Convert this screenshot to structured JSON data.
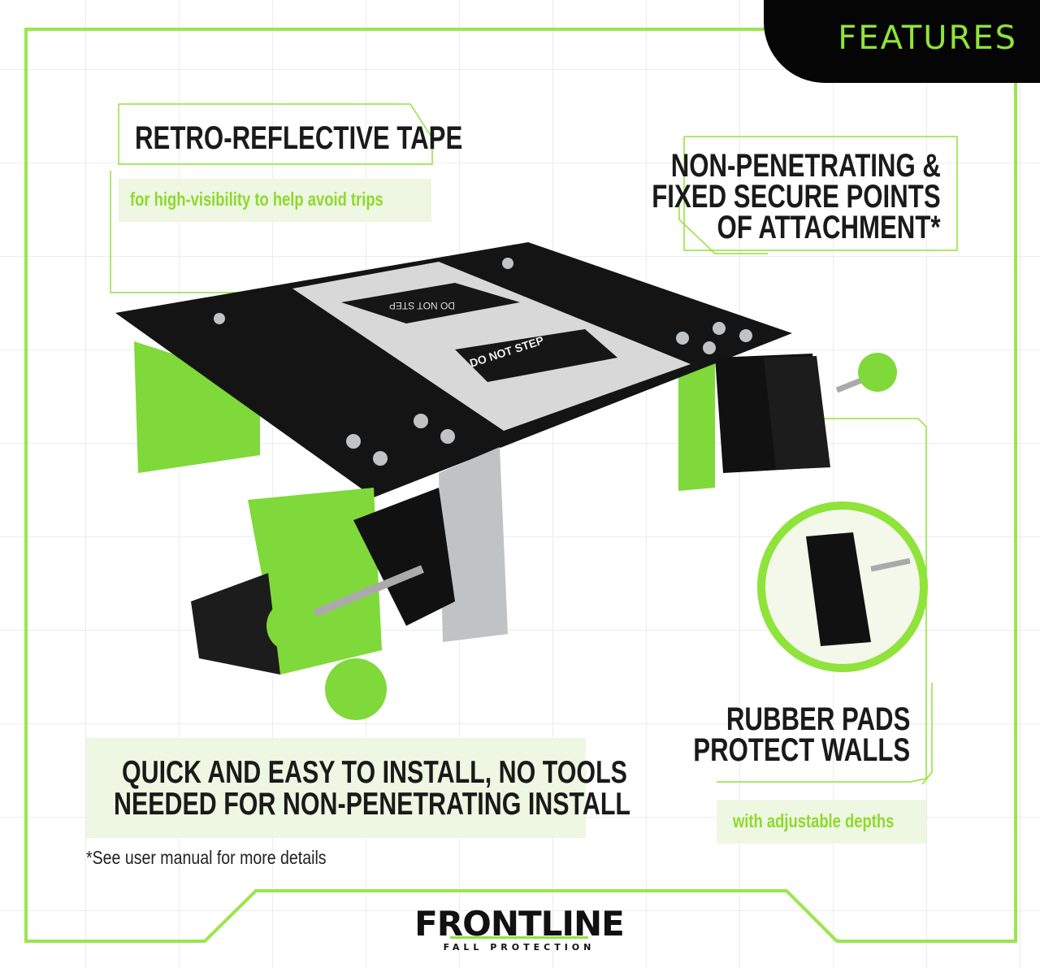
{
  "banner": {
    "title": "FEATURES"
  },
  "features": {
    "tape": {
      "title": "RETRO-REFLECTIVE TAPE",
      "subtitle": "for high-visibility to help avoid trips"
    },
    "attachment": {
      "lines": [
        "NON-PENETRATING &",
        "FIXED SECURE POINTS",
        "OF ATTACHMENT*"
      ]
    },
    "pads": {
      "lines": [
        "RUBBER PADS",
        "PROTECT WALLS"
      ],
      "subtitle": "with adjustable depths"
    },
    "install": {
      "lines": [
        "QUICK AND EASY TO INSTALL, NO TOOLS",
        "NEEDED FOR NON-PENETRATING INSTALL"
      ]
    }
  },
  "footnote": "*See user manual for more details",
  "product_labels": [
    "DO NOT STEP",
    "DO NOT STEP"
  ],
  "logo": {
    "name": "FRONTLINE",
    "tagline": "FALL PROTECTION"
  },
  "colors": {
    "accent": "#8fe33a",
    "dark": "#1a1a1a",
    "light_green": "#eef7e2"
  }
}
